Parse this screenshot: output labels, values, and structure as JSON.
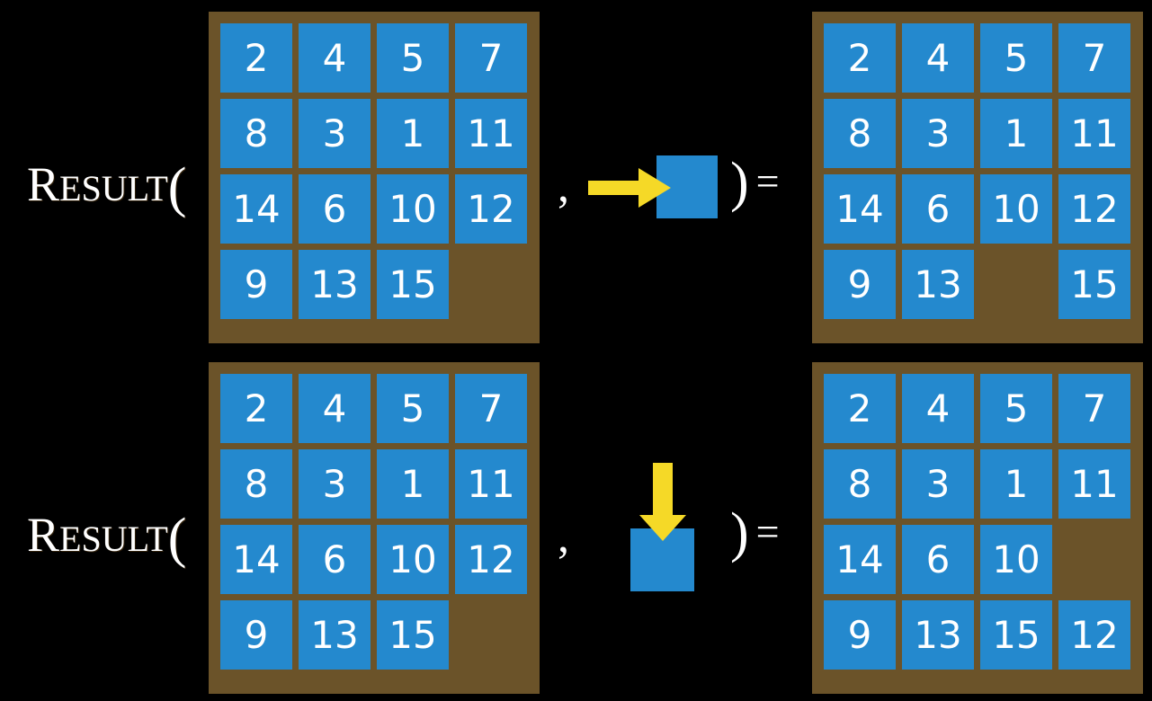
{
  "slide": {
    "background_color": "#000000",
    "board_frame_color": "#6b5329",
    "tile_color": "#2489ce",
    "tile_text_color": "#ffffff",
    "arrow_color": "#f5d927",
    "text_color": "#ffffff"
  },
  "rows": [
    {
      "id": "row-1",
      "label": {
        "first_letter": "R",
        "rest": "ESULT",
        "open_paren": "("
      },
      "separator_comma": ",",
      "close_paren_equals": {
        "paren": ")",
        "equals": "="
      },
      "action": {
        "name": "slide-right-action",
        "arrow_direction": "right",
        "arrow_glyph": "→",
        "tile_label": ""
      },
      "input_board": {
        "name": "input-board-row-1",
        "rows": 4,
        "cols": 4,
        "cells": [
          [
            "2",
            "4",
            "5",
            "7"
          ],
          [
            "8",
            "3",
            "1",
            "11"
          ],
          [
            "14",
            "6",
            "10",
            "12"
          ],
          [
            "9",
            "13",
            "15",
            ""
          ]
        ],
        "blank_cell": {
          "row": 4,
          "col": 4
        }
      },
      "output_board": {
        "name": "output-board-row-1",
        "rows": 4,
        "cols": 4,
        "cells": [
          [
            "2",
            "4",
            "5",
            "7"
          ],
          [
            "8",
            "3",
            "1",
            "11"
          ],
          [
            "14",
            "6",
            "10",
            "12"
          ],
          [
            "9",
            "13",
            "",
            "15"
          ]
        ],
        "blank_cell": {
          "row": 4,
          "col": 3
        }
      }
    },
    {
      "id": "row-2",
      "label": {
        "first_letter": "R",
        "rest": "ESULT",
        "open_paren": "("
      },
      "separator_comma": ",",
      "close_paren_equals": {
        "paren": ")",
        "equals": "="
      },
      "action": {
        "name": "slide-down-action",
        "arrow_direction": "down",
        "arrow_glyph": "↓",
        "tile_label": ""
      },
      "input_board": {
        "name": "input-board-row-2",
        "rows": 4,
        "cols": 4,
        "cells": [
          [
            "2",
            "4",
            "5",
            "7"
          ],
          [
            "8",
            "3",
            "1",
            "11"
          ],
          [
            "14",
            "6",
            "10",
            "12"
          ],
          [
            "9",
            "13",
            "15",
            ""
          ]
        ],
        "blank_cell": {
          "row": 4,
          "col": 4
        }
      },
      "output_board": {
        "name": "output-board-row-2",
        "rows": 4,
        "cols": 4,
        "cells": [
          [
            "2",
            "4",
            "5",
            "7"
          ],
          [
            "8",
            "3",
            "1",
            "11"
          ],
          [
            "14",
            "6",
            "10",
            ""
          ],
          [
            "9",
            "13",
            "15",
            "12"
          ]
        ],
        "blank_cell": {
          "row": 3,
          "col": 4
        }
      }
    }
  ]
}
